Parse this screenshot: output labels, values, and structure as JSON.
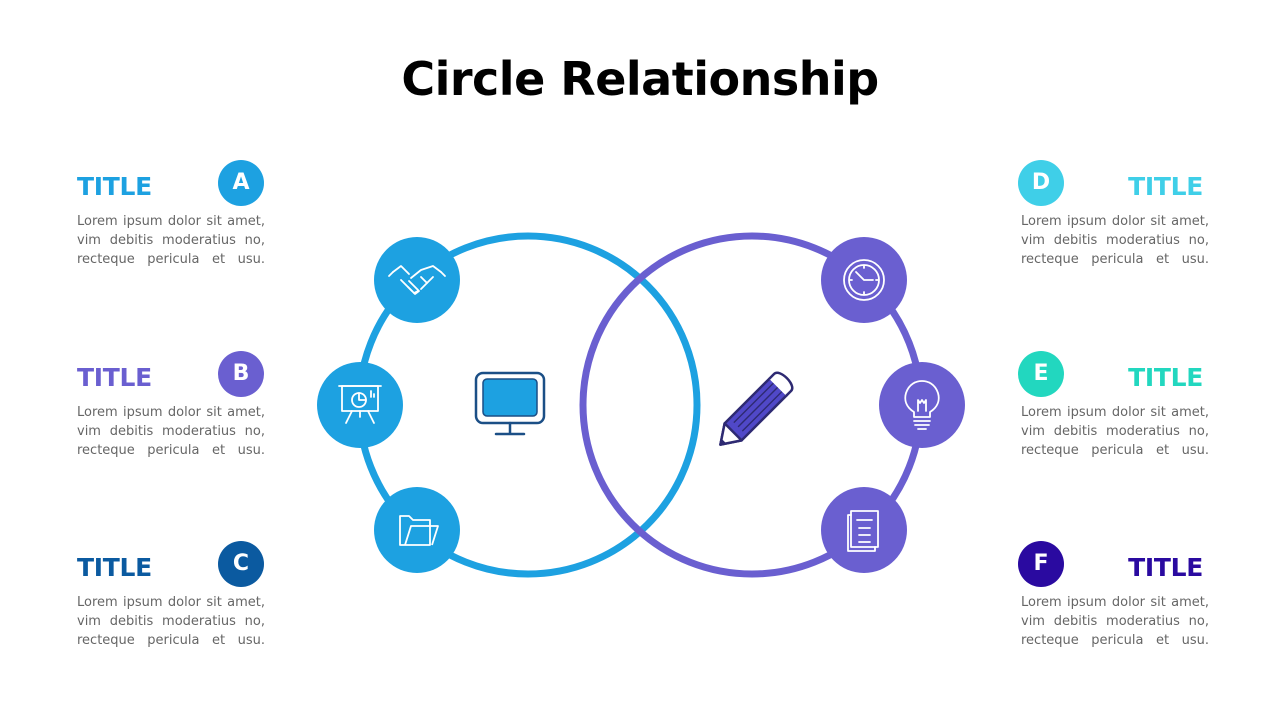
{
  "title": "Circle Relationship",
  "colors": {
    "left_ring": "#1da1e1",
    "right_ring": "#6a5fd0"
  },
  "items": [
    {
      "letter": "A",
      "title": "TITLE",
      "color": "#1da1e1",
      "lines": [
        "Lorem ipsum dolor sit amet,",
        "vim debitis moderatius no,",
        "recteque pericula et usu."
      ]
    },
    {
      "letter": "B",
      "title": "TITLE",
      "color": "#6a5fd0",
      "lines": [
        "Lorem ipsum dolor sit amet,",
        "vim debitis moderatius no,",
        "recteque pericula et usu."
      ]
    },
    {
      "letter": "C",
      "title": "TITLE",
      "color": "#0b5aa0",
      "lines": [
        "Lorem ipsum dolor sit amet,",
        "vim debitis moderatius no,",
        "recteque pericula et usu."
      ]
    },
    {
      "letter": "D",
      "title": "TITLE",
      "color": "#3fcfe8",
      "lines": [
        "Lorem ipsum dolor sit amet,",
        "vim debitis moderatius no,",
        "recteque pericula et usu."
      ]
    },
    {
      "letter": "E",
      "title": "TITLE",
      "color": "#22d7bf",
      "lines": [
        "Lorem ipsum dolor sit amet,",
        "vim debitis moderatius no,",
        "recteque pericula et usu."
      ]
    },
    {
      "letter": "F",
      "title": "TITLE",
      "color": "#2a0aa0",
      "lines": [
        "Lorem ipsum dolor sit amet,",
        "vim debitis moderatius no,",
        "recteque pericula et usu."
      ]
    }
  ],
  "icons": {
    "left_nodes": [
      "handshake-icon",
      "presentation-board-icon",
      "folder-icon"
    ],
    "right_nodes": [
      "clock-icon",
      "lightbulb-icon",
      "document-icon"
    ],
    "left_center": "monitor-icon",
    "right_center": "pencil-icon"
  }
}
